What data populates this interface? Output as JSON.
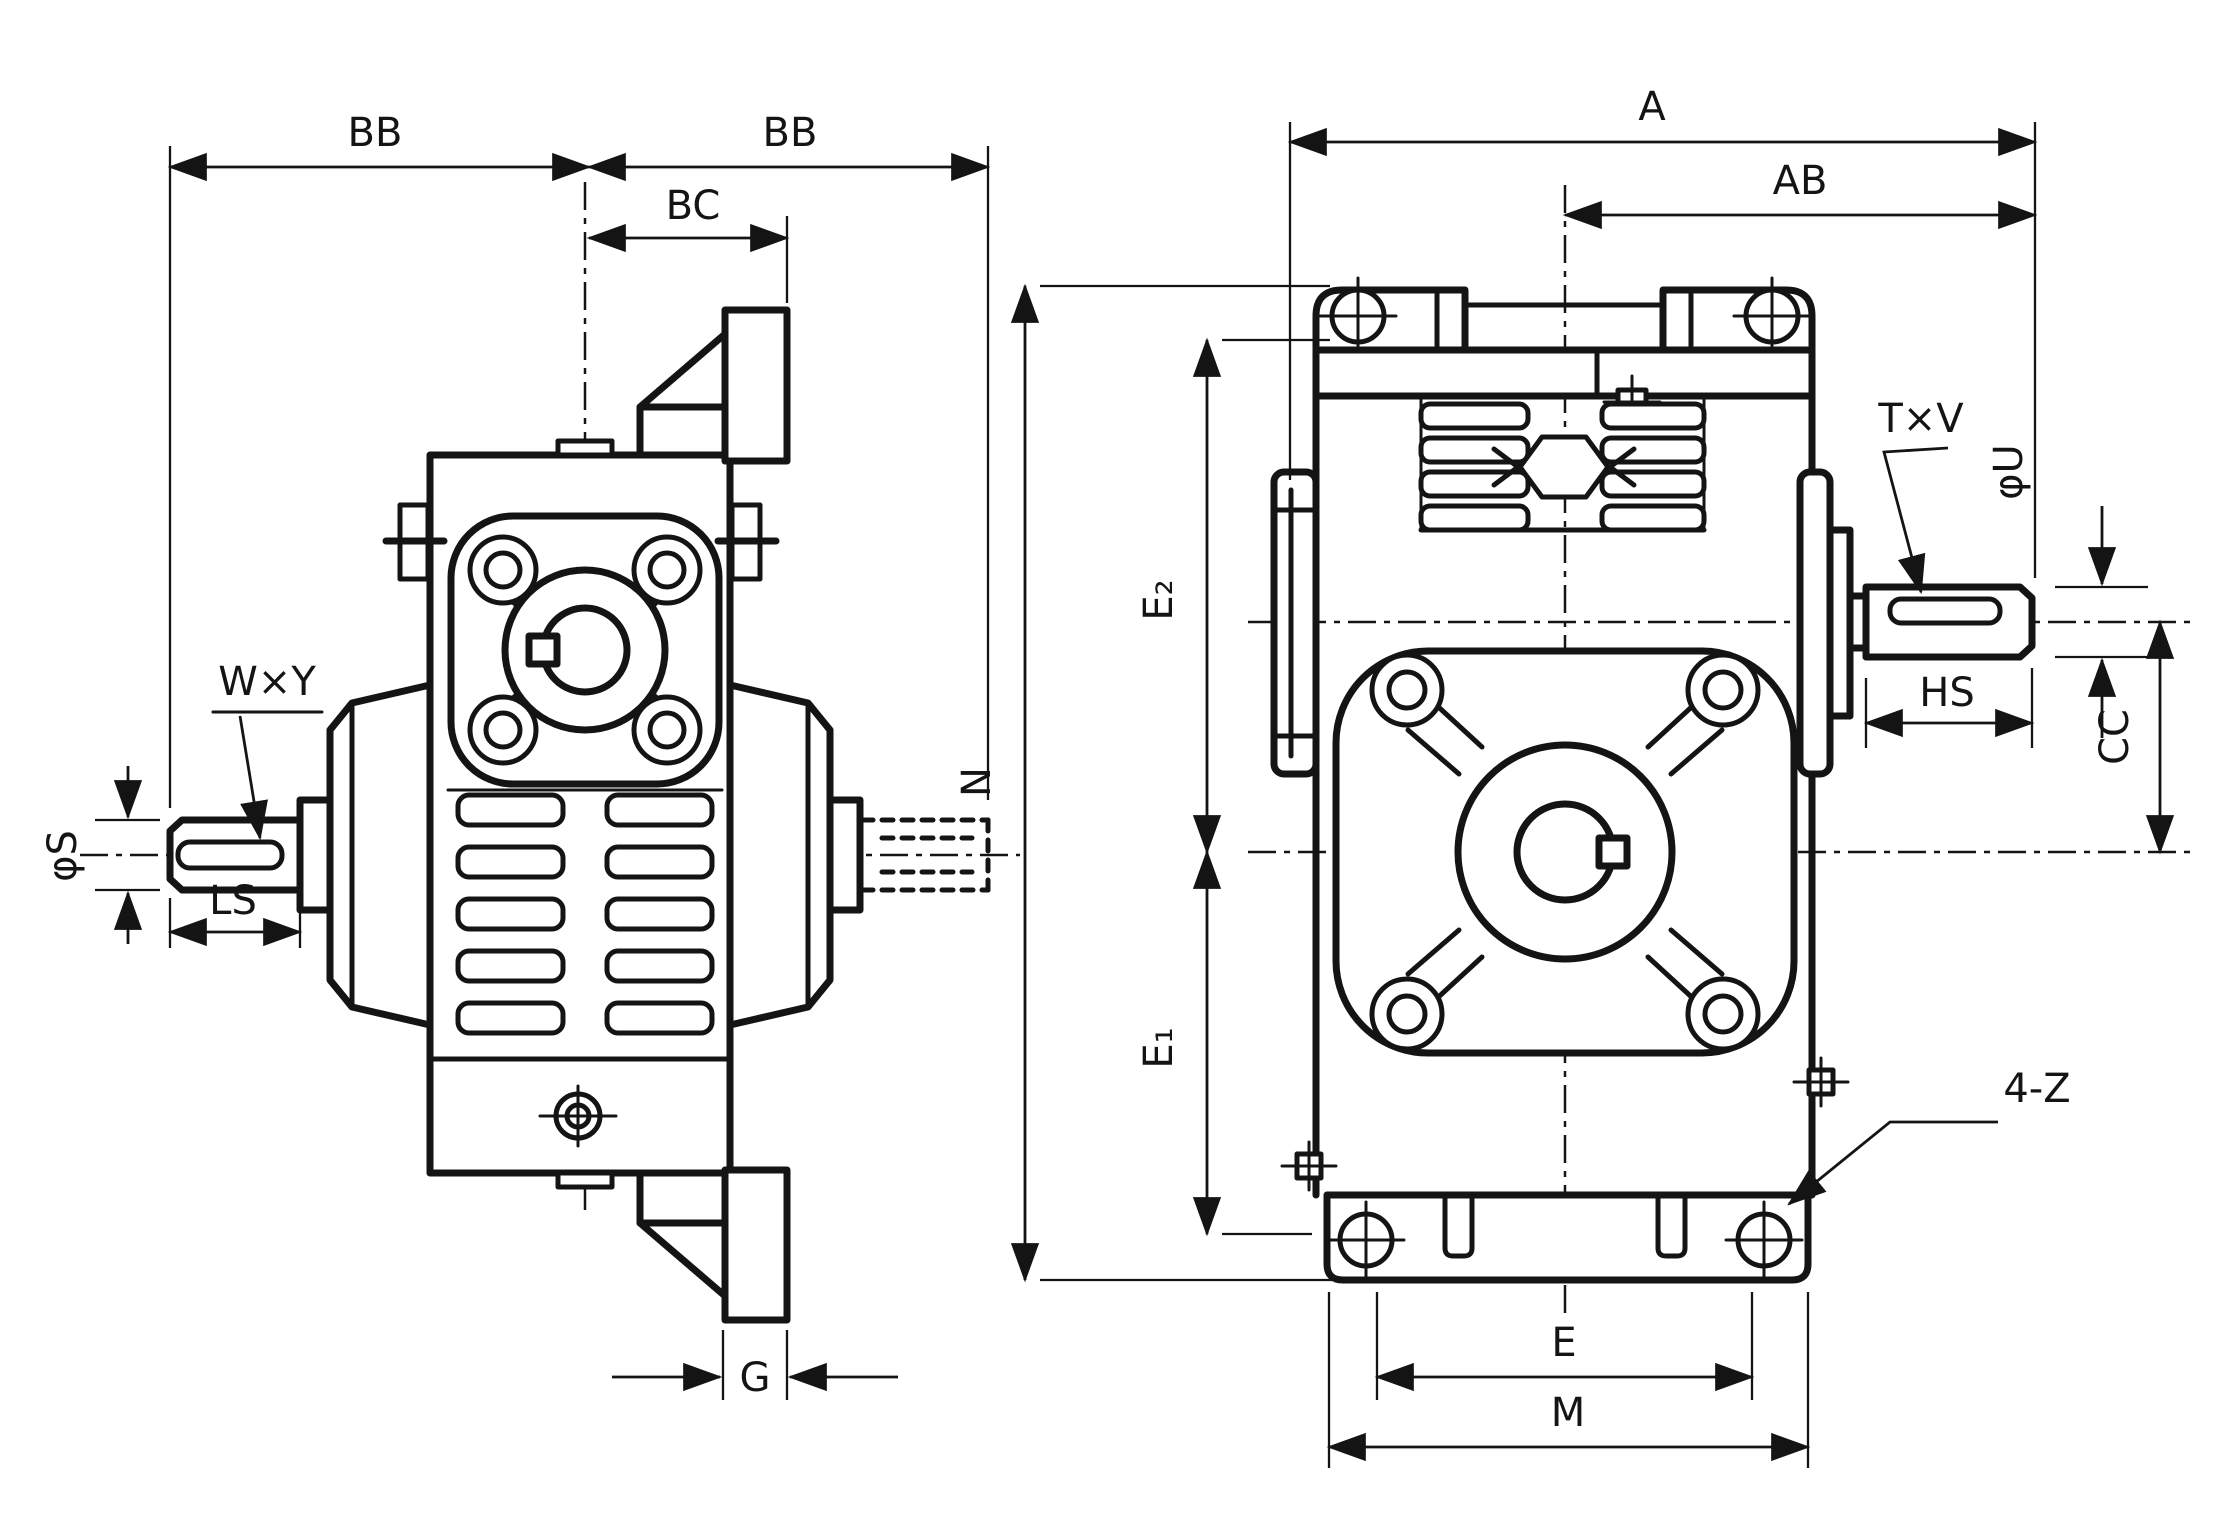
{
  "drawing": {
    "kind": "worm-gear-reducer-dimension-drawing",
    "background": "#ffffff",
    "line_color": "#141414",
    "views": {
      "left_view": {
        "name": "side-view-along-output-axis",
        "labels": {
          "bb_left": "BB",
          "bb_right": "BB",
          "bc": "BC",
          "wxy": "W×Y",
          "phi_s": "φS",
          "ls": "LS",
          "g": "G"
        }
      },
      "right_view": {
        "name": "front-view-along-worm-axis",
        "labels": {
          "a": "A",
          "ab": "AB",
          "txv": "T×V",
          "phi_u": "φU",
          "hs": "HS",
          "cc": "CC",
          "n": "N",
          "e2": "E₂",
          "e1": "E₁",
          "e": "E",
          "m": "M",
          "four_z": "4-Z"
        }
      }
    }
  }
}
